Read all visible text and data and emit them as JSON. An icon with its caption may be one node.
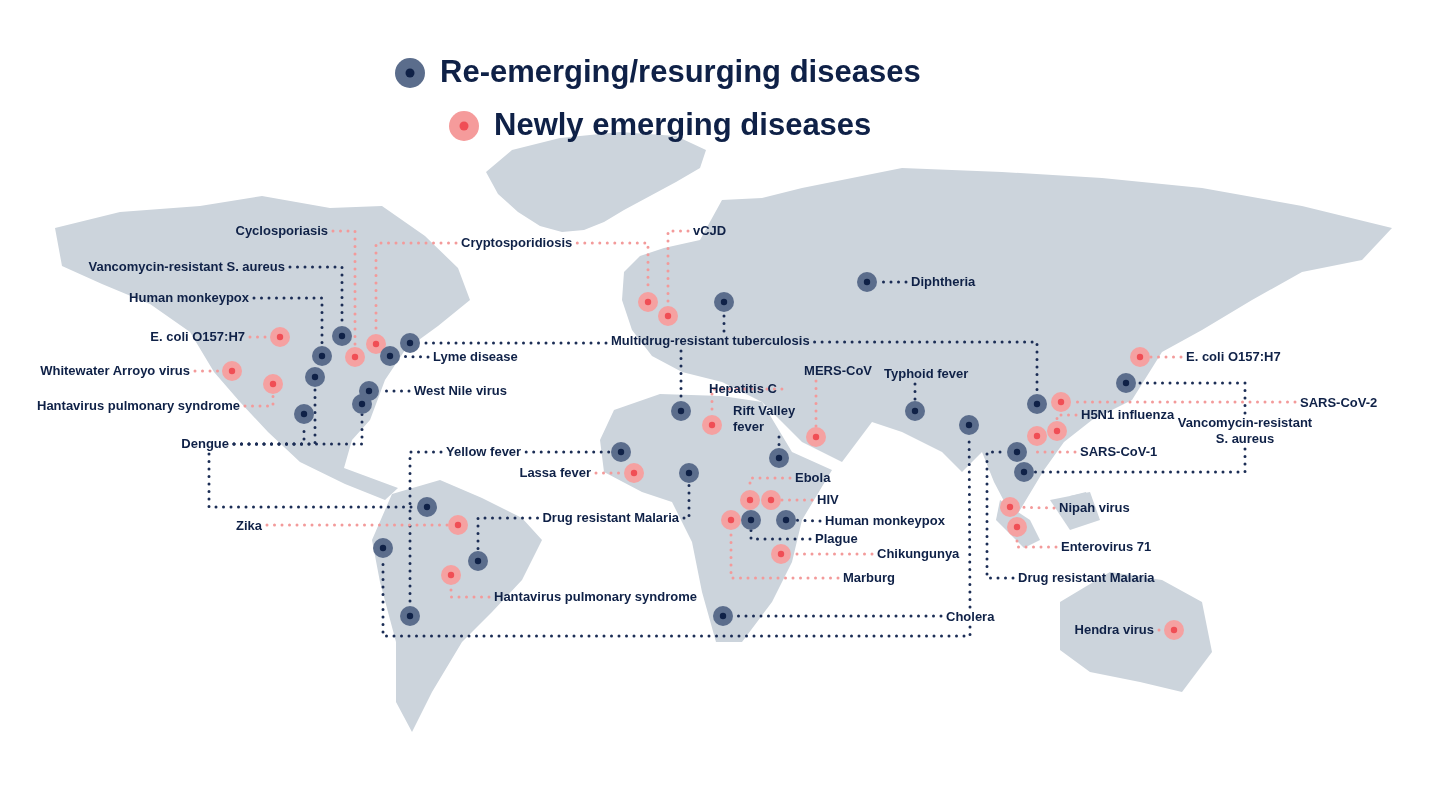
{
  "diagram": {
    "nodes": [
      {
        "text": [
          "Cyclosporiasis"
        ]
      },
      {
        "text": [
          "Cryptosporidiosis"
        ]
      },
      {
        "text": [
          "vCJD"
        ]
      },
      {
        "text": [
          "Vancomycin-resistant S. aureus"
        ]
      },
      {
        "text": [
          "Diphtheria"
        ]
      },
      {
        "text": [
          "Human monkeypox"
        ]
      },
      {
        "text": [
          "E. coli O157:H7"
        ]
      },
      {
        "text": [
          "Multidrug-resistant tuberculosis"
        ]
      },
      {
        "text": [
          "Lyme disease"
        ]
      },
      {
        "text": [
          "E. coli O157:H7"
        ]
      },
      {
        "text": [
          "Whitewater Arroyo virus"
        ]
      },
      {
        "text": [
          "MERS-CoV"
        ]
      },
      {
        "text": [
          "Typhoid fever"
        ]
      },
      {
        "text": [
          "West Nile virus"
        ]
      },
      {
        "text": [
          "Hepatitis C"
        ]
      },
      {
        "text": [
          "SARS-CoV-2"
        ]
      },
      {
        "text": [
          "Hantavirus pulmonary syndrome"
        ]
      },
      {
        "text": [
          "H5N1 influenza"
        ]
      },
      {
        "text": [
          "Rift Valley fever"
        ]
      },
      {
        "text": [
          "Vancomycin-resistant S. aureus"
        ]
      },
      {
        "text": [
          "Dengue"
        ]
      },
      {
        "text": [
          "Yellow fever"
        ]
      },
      {
        "text": [
          "SARS-CoV-1"
        ]
      },
      {
        "text": [
          "Lassa fever"
        ]
      },
      {
        "text": [
          "Ebola"
        ]
      },
      {
        "text": [
          "HIV"
        ]
      },
      {
        "text": [
          "Nipah virus"
        ]
      },
      {
        "text": [
          "Drug resistant Malaria"
        ]
      },
      {
        "text": [
          "Human monkeypox"
        ]
      },
      {
        "text": [
          "Zika"
        ]
      },
      {
        "text": [
          "Plague"
        ]
      },
      {
        "text": [
          "Enterovirus 71"
        ]
      },
      {
        "text": [
          "Chikungunya"
        ]
      },
      {
        "text": [
          "Marburg"
        ]
      },
      {
        "text": [
          "Drug resistant Malaria"
        ]
      },
      {
        "text": [
          "Hantavirus pulmonary syndrome"
        ]
      },
      {
        "text": [
          "Cholera"
        ]
      },
      {
        "text": [
          "Hendra virus"
        ]
      },
      {
        "text": [],
        "shape": "circle"
      },
      {
        "text": [],
        "shape": "circle"
      },
      {
        "text": [],
        "shape": "circle"
      },
      {
        "text": [],
        "shape": "circle"
      },
      {
        "text": [],
        "shape": "circle"
      },
      {
        "text": [],
        "shape": "circle"
      },
      {
        "text": [],
        "shape": "circle"
      },
      {
        "text": [],
        "shape": "circle"
      },
      {
        "text": [],
        "shape": "circle"
      },
      {
        "text": [],
        "shape": "circle"
      },
      {
        "text": [],
        "shape": "circle"
      },
      {
        "text": [],
        "shape": "circle"
      },
      {
        "text": [],
        "shape": "circle"
      },
      {
        "text": [],
        "shape": "circle"
      },
      {
        "text": [],
        "shape": "circle"
      },
      {
        "text": [],
        "shape": "circle"
      },
      {
        "text": [],
        "shape": "circle"
      },
      {
        "text": [],
        "shape": "circle"
      },
      {
        "text": [],
        "shape": "circle"
      },
      {
        "text": [],
        "shape": "circle"
      },
      {
        "text": [],
        "shape": "circle"
      },
      {
        "text": [],
        "shape": "circle"
      },
      {
        "text": [],
        "shape": "circle"
      },
      {
        "text": [],
        "shape": "circle"
      },
      {
        "text": [],
        "shape": "circle"
      },
      {
        "text": [],
        "shape": "circle"
      },
      {
        "text": [],
        "shape": "circle"
      },
      {
        "text": [],
        "shape": "circle"
      },
      {
        "text": [],
        "shape": "circle"
      },
      {
        "text": [],
        "shape": "circle"
      },
      {
        "text": [],
        "shape": "circle"
      },
      {
        "text": [],
        "shape": "circle"
      },
      {
        "text": [],
        "shape": "circle"
      },
      {
        "text": [],
        "shape": "circle"
      },
      {
        "text": [],
        "shape": "circle"
      },
      {
        "text": [],
        "shape": "circle"
      },
      {
        "text": [],
        "shape": "circle"
      },
      {
        "text": [],
        "shape": "circle"
      },
      {
        "text": [],
        "shape": "circle"
      },
      {
        "text": [],
        "shape": "circle"
      },
      {
        "text": [],
        "shape": "circle"
      },
      {
        "text": [],
        "shape": "circle"
      },
      {
        "text": [],
        "shape": "circle"
      },
      {
        "text": [],
        "shape": "circle"
      },
      {
        "text": [],
        "shape": "circle"
      },
      {
        "text": [],
        "shape": "circle"
      },
      {
        "text": [],
        "shape": "circle"
      },
      {
        "text": [],
        "shape": "circle"
      },
      {
        "text": [],
        "shape": "circle"
      },
      {
        "text": [],
        "shape": "circle"
      }
    ],
    "edges": [
      {
        "from": 0,
        "to": 45,
        "arrow": "none",
        "color": "#f39a9a"
      },
      {
        "from": 1,
        "to": 48,
        "arrow": "none",
        "color": "#f39a9a"
      },
      {
        "from": 1,
        "to": 59,
        "arrow": "none",
        "color": "#f39a9a"
      },
      {
        "from": 2,
        "to": 60,
        "arrow": "none",
        "color": "#f39a9a"
      },
      {
        "from": 3,
        "to": 44,
        "arrow": "none"
      },
      {
        "from": 4,
        "to": 74,
        "arrow": "none"
      },
      {
        "from": 5,
        "to": 43,
        "arrow": "none"
      },
      {
        "from": 6,
        "to": 40,
        "arrow": "none",
        "color": "#f39a9a"
      },
      {
        "from": 7,
        "to": 51,
        "arrow": "none"
      },
      {
        "from": 7,
        "to": 65,
        "arrow": "none"
      },
      {
        "from": 7,
        "to": 61,
        "arrow": "none"
      },
      {
        "from": 7,
        "to": 81,
        "arrow": "none"
      },
      {
        "from": 8,
        "to": 50,
        "arrow": "none"
      },
      {
        "from": 9,
        "to": 86,
        "arrow": "none",
        "color": "#f39a9a"
      },
      {
        "from": 10,
        "to": 38,
        "arrow": "none",
        "color": "#f39a9a"
      },
      {
        "from": 11,
        "to": 73,
        "arrow": "none",
        "color": "#f39a9a"
      },
      {
        "from": 12,
        "to": 75,
        "arrow": "none"
      },
      {
        "from": 13,
        "to": 47,
        "arrow": "none"
      },
      {
        "from": 14,
        "to": 63,
        "arrow": "none",
        "color": "#f39a9a"
      },
      {
        "from": 15,
        "to": 84,
        "arrow": "none",
        "color": "#f39a9a"
      },
      {
        "from": 16,
        "to": 39,
        "arrow": "none",
        "color": "#f39a9a"
      },
      {
        "from": 17,
        "to": 83,
        "arrow": "none",
        "color": "#f39a9a"
      },
      {
        "from": 18,
        "to": 70,
        "arrow": "none"
      },
      {
        "from": 19,
        "to": 85,
        "arrow": "none"
      },
      {
        "from": 19,
        "to": 80,
        "arrow": "none"
      },
      {
        "from": 20,
        "to": 41,
        "arrow": "none"
      },
      {
        "from": 20,
        "to": 42,
        "arrow": "none"
      },
      {
        "from": 20,
        "to": 46,
        "arrow": "none"
      },
      {
        "from": 20,
        "to": 53,
        "arrow": "none"
      },
      {
        "from": 21,
        "to": 57,
        "arrow": "none"
      },
      {
        "from": 21,
        "to": 52,
        "arrow": "none"
      },
      {
        "from": 22,
        "to": 82,
        "arrow": "none",
        "color": "#f39a9a"
      },
      {
        "from": 23,
        "to": 58,
        "arrow": "none",
        "color": "#f39a9a"
      },
      {
        "from": 24,
        "to": 67,
        "arrow": "none",
        "color": "#f39a9a"
      },
      {
        "from": 25,
        "to": 69,
        "arrow": "none",
        "color": "#f39a9a"
      },
      {
        "from": 26,
        "to": 77,
        "arrow": "none",
        "color": "#f39a9a"
      },
      {
        "from": 27,
        "to": 62,
        "arrow": "none"
      },
      {
        "from": 27,
        "to": 56,
        "arrow": "none"
      },
      {
        "from": 28,
        "to": 72,
        "arrow": "none"
      },
      {
        "from": 29,
        "to": 55,
        "arrow": "none",
        "color": "#f39a9a"
      },
      {
        "from": 30,
        "to": 68,
        "arrow": "none"
      },
      {
        "from": 31,
        "to": 79,
        "arrow": "none",
        "color": "#f39a9a"
      },
      {
        "from": 32,
        "to": 71,
        "arrow": "none",
        "color": "#f39a9a"
      },
      {
        "from": 33,
        "to": 66,
        "arrow": "none",
        "color": "#f39a9a"
      },
      {
        "from": 34,
        "to": 78,
        "arrow": "none"
      },
      {
        "from": 35,
        "to": 54,
        "arrow": "none",
        "color": "#f39a9a"
      },
      {
        "from": 36,
        "to": 64,
        "arrow": "none"
      },
      {
        "from": 36,
        "to": 76,
        "arrow": "none"
      },
      {
        "from": 36,
        "to": 49,
        "arrow": "none"
      },
      {
        "from": 37,
        "to": 87,
        "arrow": "none",
        "color": "#f39a9a"
      }
    ],
    "legend": [
      {
        "text": "Re-emerging/resurging diseases",
        "color": "#5b6d8c"
      },
      {
        "text": "Newly emerging diseases",
        "color": "#f59b9b"
      }
    ]
  }
}
